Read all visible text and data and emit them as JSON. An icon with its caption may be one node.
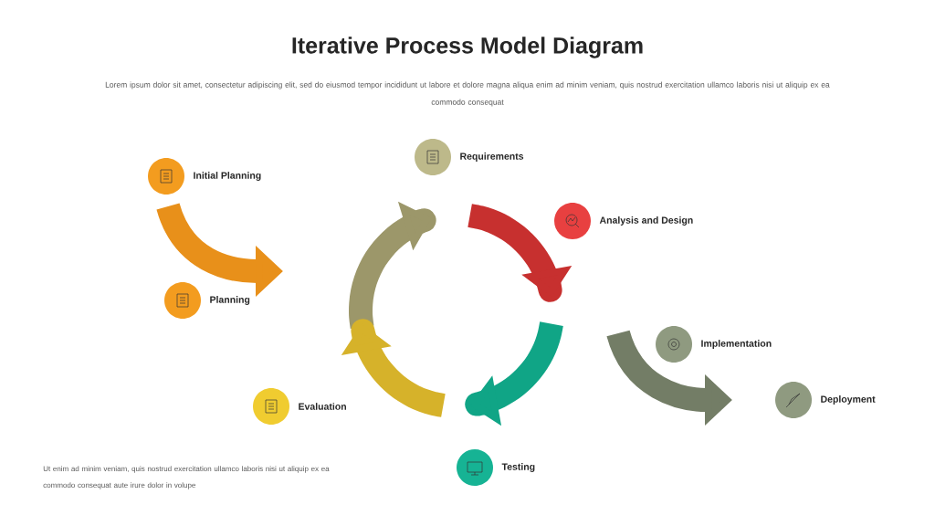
{
  "diagram": {
    "title": "Iterative Process Model Diagram",
    "nodes": [
      {
        "text": [],
        "shape": "circle",
        "beside": [
          "Requirements"
        ]
      },
      {
        "text": [],
        "shape": "circle",
        "beside": [
          "Initial Planning"
        ]
      },
      {
        "text": [],
        "shape": "circle",
        "beside": [
          "Analysis and Design"
        ]
      },
      {
        "text": [],
        "shape": "circle",
        "beside": [
          "Planning"
        ]
      },
      {
        "text": [],
        "shape": "circle",
        "beside": [
          "Implementation"
        ]
      },
      {
        "text": [],
        "shape": "circle",
        "beside": [
          "Deployment"
        ]
      },
      {
        "text": [],
        "shape": "circle",
        "beside": [
          "Evaluation"
        ]
      },
      {
        "text": [],
        "shape": "circle",
        "beside": [
          "Testing"
        ]
      }
    ],
    "labels": [
      "Lorem ipsum dolor sit amet, consectetur adipiscing elit, sed do eiusmod tempor incididunt ut labore et dolore magna aliqua enim ad minim veniam, quis nostrud exercitation ullamco laboris nisi ut aliquip ex ea commodo consequat",
      "Ut enim ad minim veniam, quis nostrud exercitation ullamco laboris nisi ut aliquip ex ea commodo consequat aute irure dolor in volupe"
    ]
  }
}
